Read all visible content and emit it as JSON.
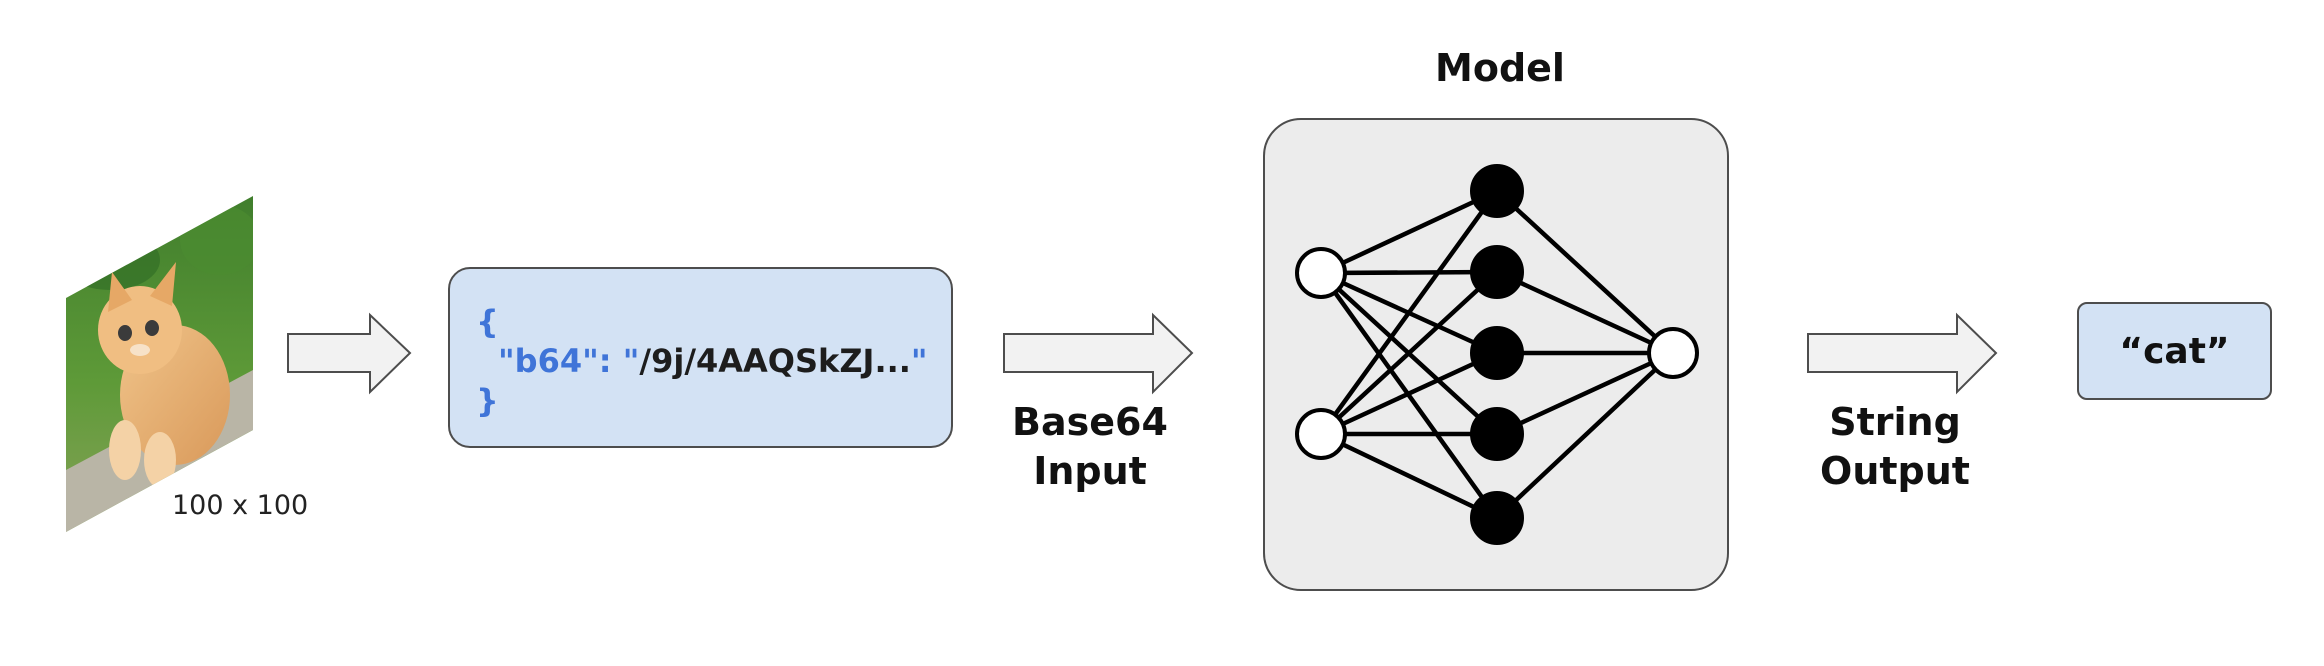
{
  "input_image": {
    "icon": "kitten-photo",
    "caption": "100 x 100"
  },
  "json_payload": {
    "open_brace": "{",
    "key": "\"b64\": \"",
    "value": "/9j/4AAQSkZJ...",
    "close_quote": "\"",
    "close_brace": "}"
  },
  "labels": {
    "input_line1": "Base64",
    "input_line2": "Input",
    "output_line1": "String",
    "output_line2": "Output"
  },
  "model": {
    "title": "Model",
    "layers": [
      2,
      5,
      1
    ]
  },
  "output": {
    "text": "“cat”"
  },
  "colors": {
    "box_blue": "#d3e2f4",
    "json_key_blue": "#3f74d8",
    "model_bg": "#ececec",
    "arrow_fill": "#f2f2f2"
  }
}
